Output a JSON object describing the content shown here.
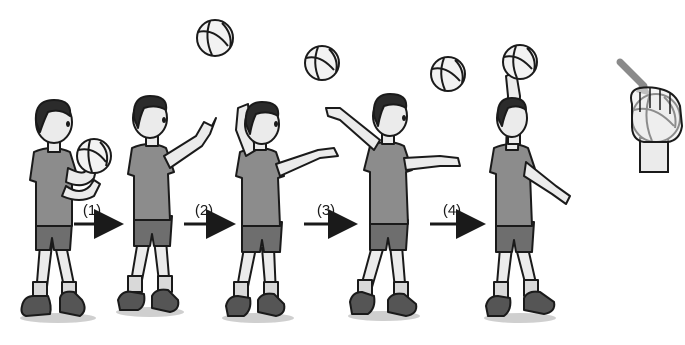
{
  "steps": [
    {
      "label": "(1)"
    },
    {
      "label": "(2)"
    },
    {
      "label": "(3)"
    },
    {
      "label": "(4)"
    }
  ],
  "colors": {
    "background": "#ffffff",
    "outline": "#1a1a1a",
    "shirt": "#8c8c8c",
    "shorts": "#6e6e6e",
    "skin": "#ebebeb",
    "hair": "#2b2b2b",
    "shoe": "#555555",
    "sock": "#d9d9d9",
    "ball": "#f2f2f2",
    "shadow": "#cfcfcf",
    "indicator_arrow": "#8a8a8a"
  },
  "icons": {
    "figures": "volleyball-player-figure",
    "ball": "volleyball-icon",
    "step_arrow": "right-arrow-icon",
    "detail_arrow": "diagonal-arrow-icon",
    "hand_detail": "hand-contact-icon"
  }
}
